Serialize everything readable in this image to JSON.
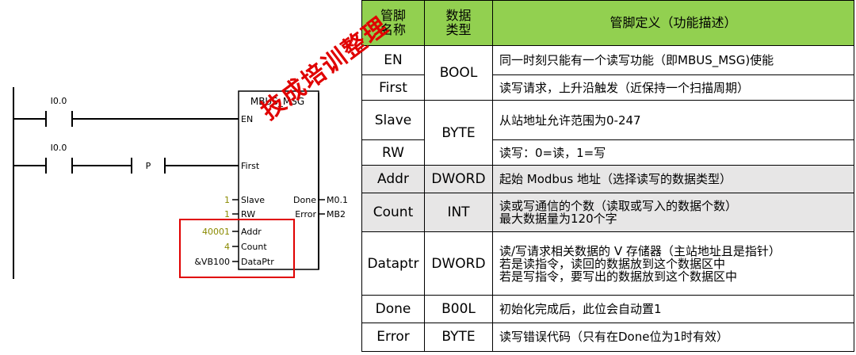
{
  "ladder": {
    "block_title": "MBUS_MSG",
    "contact_top": "I0.0",
    "contact_bottom": "I0.0",
    "p_label": "P",
    "pins_in": [
      "EN",
      "First",
      "Slave",
      "RW",
      "Addr",
      "Count",
      "DataPtr"
    ],
    "inputs": {
      "slave": "1",
      "rw": "1",
      "addr": "40001",
      "count": "4",
      "dataptr": "&VB100"
    },
    "pins_out": [
      "Done",
      "Error"
    ],
    "outputs": {
      "done": "M0.1",
      "error": "MB2"
    }
  },
  "watermark": "技成培训整理",
  "table": {
    "headers": [
      "管脚\n名称",
      "数据\n类型",
      "管脚定义（功能描述）"
    ],
    "rows": [
      {
        "name": "EN",
        "type": "BOOL",
        "desc": "同一时刻只能有一个读写功能（即MBUS_MSG)使能"
      },
      {
        "name": "First",
        "desc": "读写请求，上升沿触发（近保持一个扫描周期）"
      },
      {
        "name": "Slave",
        "type": "BYTE",
        "desc": "从站地址允许范围为0-247"
      },
      {
        "name": "RW",
        "desc": "读写：0=读，1=写"
      },
      {
        "name": "Addr",
        "type": "DWORD",
        "desc": "起始 Modbus 地址（选择读写的数据类型）"
      },
      {
        "name": "Count",
        "type": "INT",
        "desc": "读或写通信的个数（读取或写入的数据个数）\n最大数据量为120个字"
      },
      {
        "name": "Dataptr",
        "type": "DWORD",
        "desc": "读/写请求相关数据的 V 存储器（主站地址且是指针）\n若是读指令，读回的数据放到这个数据区中\n若是写指令，要写出的数据放到这个数据区中"
      },
      {
        "name": "Done",
        "type": "B00L",
        "desc": "初始化完成后，此位会自动置1"
      },
      {
        "name": "Error",
        "type": "BYTE",
        "desc": "读写错误代码（只有在Done位为1时有效）"
      }
    ]
  }
}
